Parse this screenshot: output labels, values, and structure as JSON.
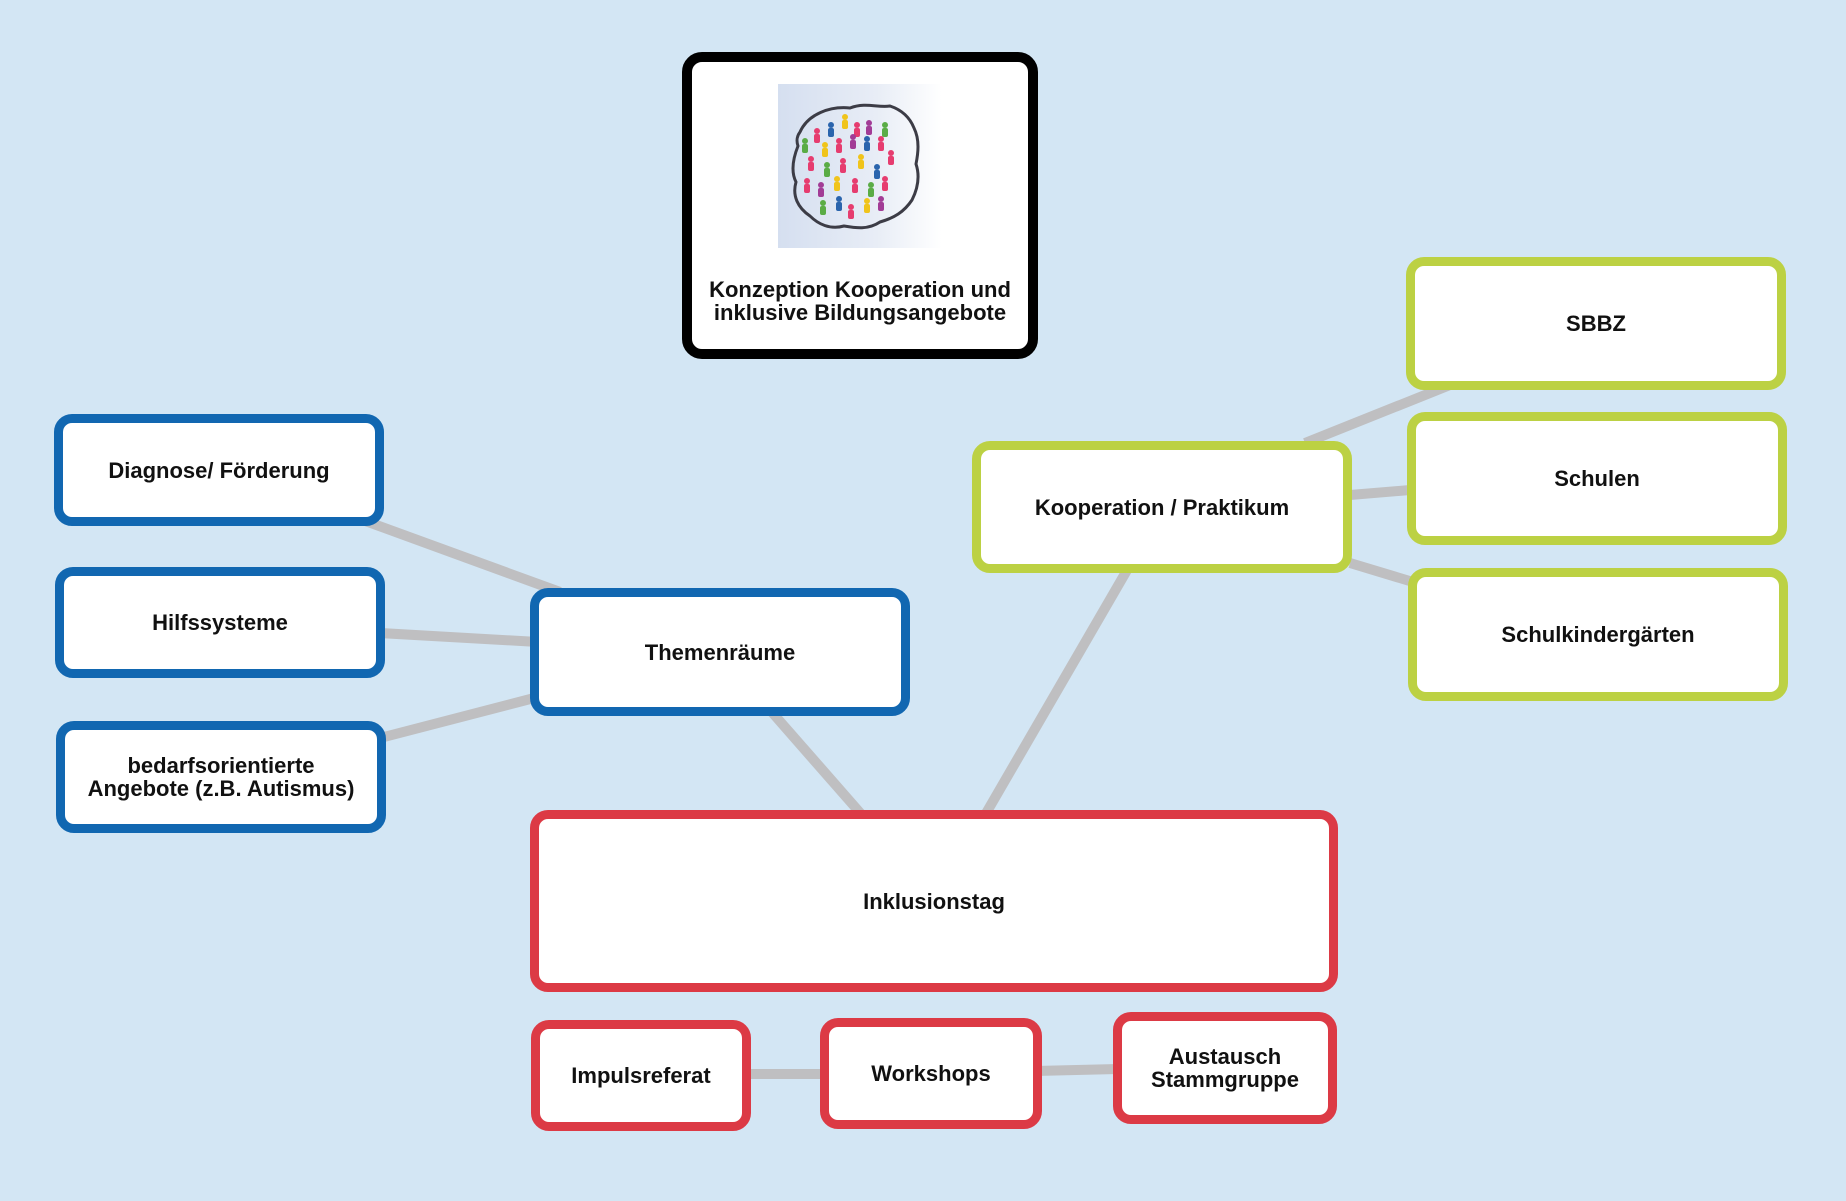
{
  "main": {
    "title_line1": "Konzeption Kooperation und",
    "title_line2": "inklusive Bildungsangebote",
    "logo": "group-of-people-figures-logo"
  },
  "themenraeume": {
    "label": "Themenräume",
    "children": [
      "Diagnose/ Förderung",
      "Hilfssysteme"
    ],
    "child3_line1": "bedarfsorientierte",
    "child3_line2": "Angebote (z.B. Autismus)"
  },
  "kooperation": {
    "label": "Kooperation / Praktikum",
    "children": [
      "SBBZ",
      "Schulen",
      "Schulkindergärten"
    ]
  },
  "inklusionstag": {
    "label": "Inklusionstag",
    "children": [
      "Impulsreferat",
      "Workshops"
    ],
    "child3_line1": "Austausch",
    "child3_line2": "Stammgruppe"
  },
  "colors": {
    "background": "#d3e6f4",
    "blue": "#1167b1",
    "green": "#bcd143",
    "red": "#dc3a45",
    "black": "#000000",
    "connector": "#bfbfc1"
  }
}
